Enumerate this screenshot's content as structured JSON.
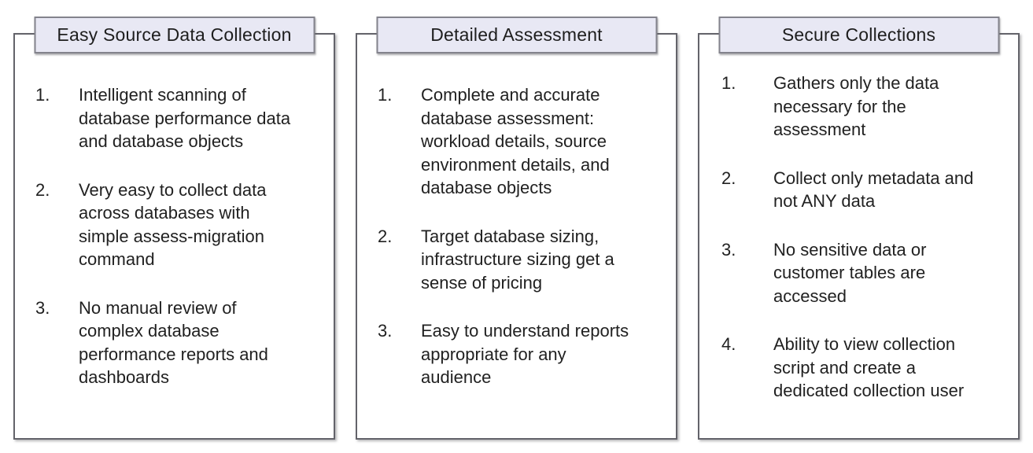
{
  "colors": {
    "background": "#ffffff",
    "header_fill": "#e8e8f4",
    "header_border": "#83838c",
    "box_border": "#63636a",
    "text": "#212121"
  },
  "panels": [
    {
      "title": "Easy Source Data Collection",
      "items": [
        "Intelligent scanning of\ndatabase performance data\nand database objects",
        "Very easy to collect data\nacross databases with\nsimple assess-migration\ncommand",
        "No manual review of\ncomplex database\nperformance reports and\ndashboards"
      ]
    },
    {
      "title": "Detailed Assessment",
      "items": [
        "Complete and accurate\ndatabase assessment:\nworkload details, source\nenvironment details, and\ndatabase objects",
        "Target database sizing,\ninfrastructure sizing get a\nsense of pricing",
        "Easy to understand reports\nappropriate for any\naudience"
      ]
    },
    {
      "title": "Secure Collections",
      "items": [
        "Gathers only the data\nnecessary for the\nassessment",
        "Collect only metadata and\nnot ANY data",
        "No sensitive data or\ncustomer tables are\naccessed",
        "Ability to view collection\nscript and create a\ndedicated collection user"
      ]
    }
  ]
}
